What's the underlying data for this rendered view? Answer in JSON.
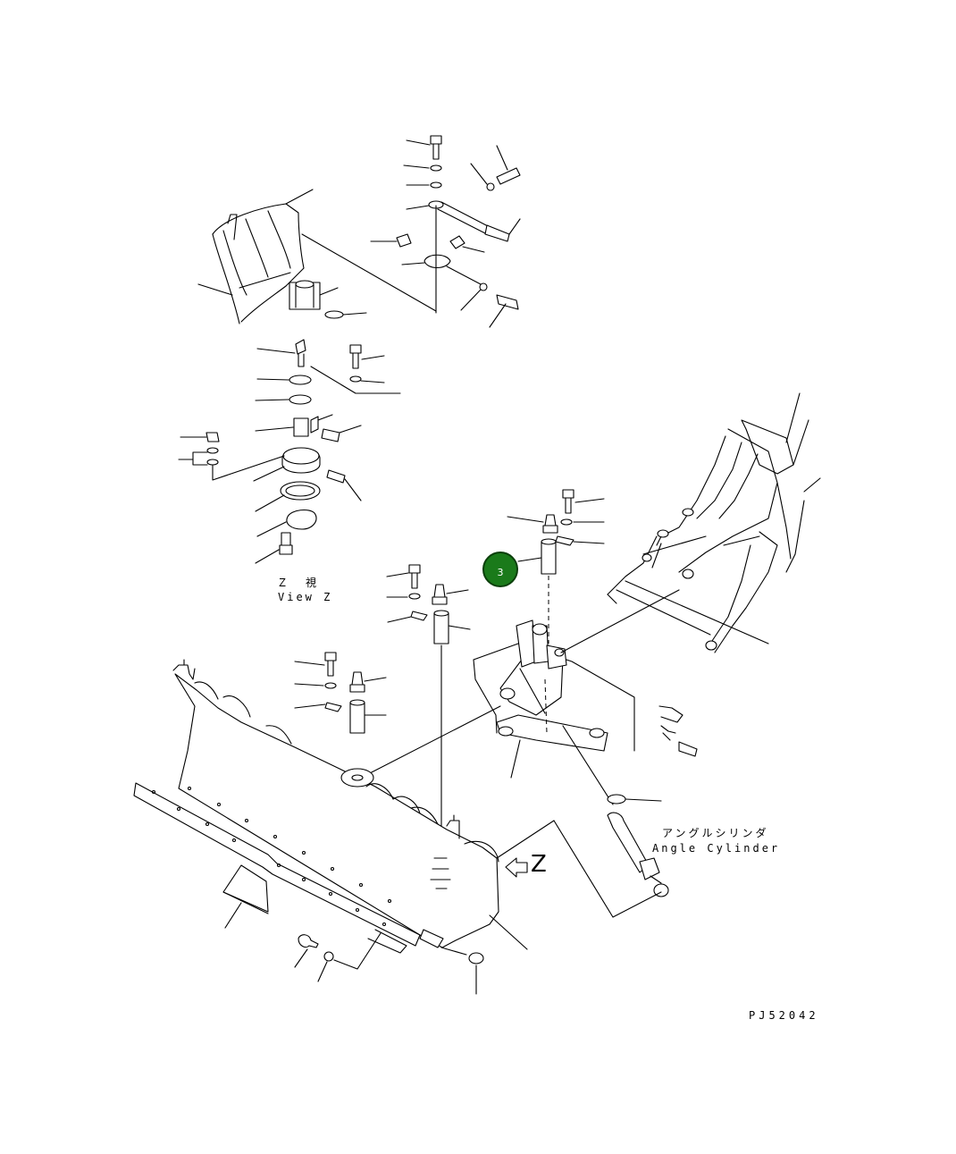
{
  "diagram": {
    "view_label_jp": "Ｚ　視",
    "view_label_en": "View Z",
    "cylinder_label_jp": "アングルシリンダ",
    "cylinder_label_en": "Angle Cylinder",
    "view_arrow_label": "Z",
    "drawing_code": "PJ52042",
    "callout_number": "3",
    "callout_color": "#1a7a1a"
  }
}
